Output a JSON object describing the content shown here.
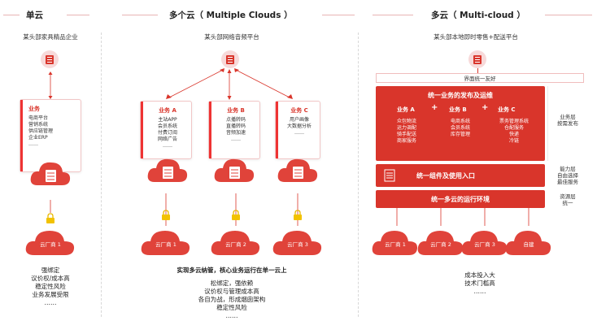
{
  "sections": {
    "single": {
      "title": "单云",
      "subtitle": "某头部家具精品企业",
      "card": {
        "title": "业务",
        "lines": [
          "电商平台",
          "营销系统",
          "供应链管理",
          "企业ERP",
          "……"
        ]
      },
      "cloud": {
        "label": "云厂商 1"
      },
      "bottom_lines": [
        "强绑定",
        "议价权/成本高",
        "稳定性风险",
        "业务发展受限",
        "……"
      ]
    },
    "multiple": {
      "title": "多个云（ Multiple Clouds ）",
      "subtitle": "某头部网络音频平台",
      "cards": [
        {
          "title": "业务 A",
          "lines": [
            "主站APP",
            "会员系统",
            "付费订阅",
            "网络广告",
            "……"
          ]
        },
        {
          "title": "业务 B",
          "lines": [
            "点播转码",
            "直播转码",
            "音频加速",
            "……"
          ]
        },
        {
          "title": "业务 C",
          "lines": [
            "用户画像",
            "大数据分析",
            "……"
          ]
        }
      ],
      "clouds": [
        {
          "label": "云厂商 1"
        },
        {
          "label": "云厂商 2"
        },
        {
          "label": "云厂商 3"
        }
      ],
      "bottom_headline": "实现多云纳管，核心业务运行在单一云上",
      "bottom_lines": [
        "松绑定，强依赖",
        "议价权与管理成本高",
        "各自为战，形成烟囱架构",
        "稳定性风险",
        "……"
      ]
    },
    "multicloud": {
      "title": "多云（ Multi-cloud ）",
      "subtitle": "某头部本地即时零售+配送平台",
      "top_bar": "界面统一友好",
      "panel_title": "统一业务的发布及运维",
      "biz": [
        {
          "title": "业务 A",
          "lines": [
            "众包物流",
            "运力调配",
            "骑手配送",
            "商家服务"
          ]
        },
        {
          "title": "业务 B",
          "lines": [
            "电商系统",
            "会员系统",
            "库存管理"
          ]
        },
        {
          "title": "业务 C",
          "lines": [
            "票务管理系统",
            "仓配服务",
            "快递",
            "冷链"
          ]
        }
      ],
      "plus": "+",
      "mid_panel": "统一组件及使用入口",
      "bot_panel": "统一多云的运行环境",
      "side_notes": [
        {
          "lines": [
            "业务层",
            "按需发布"
          ]
        },
        {
          "lines": [
            "能力层",
            "自由选择",
            "最佳服务"
          ]
        },
        {
          "lines": [
            "资源层",
            "统一"
          ]
        }
      ],
      "clouds": [
        {
          "label": "云厂商 1"
        },
        {
          "label": "云厂商 2"
        },
        {
          "label": "云厂商 3"
        },
        {
          "label": "自建"
        }
      ],
      "bottom_lines": [
        "成本投入大",
        "技术门槛高",
        "……"
      ]
    }
  },
  "colors": {
    "accent": "#d9352b",
    "soft": "#f7d9d9",
    "cloud": "#e0433a"
  }
}
